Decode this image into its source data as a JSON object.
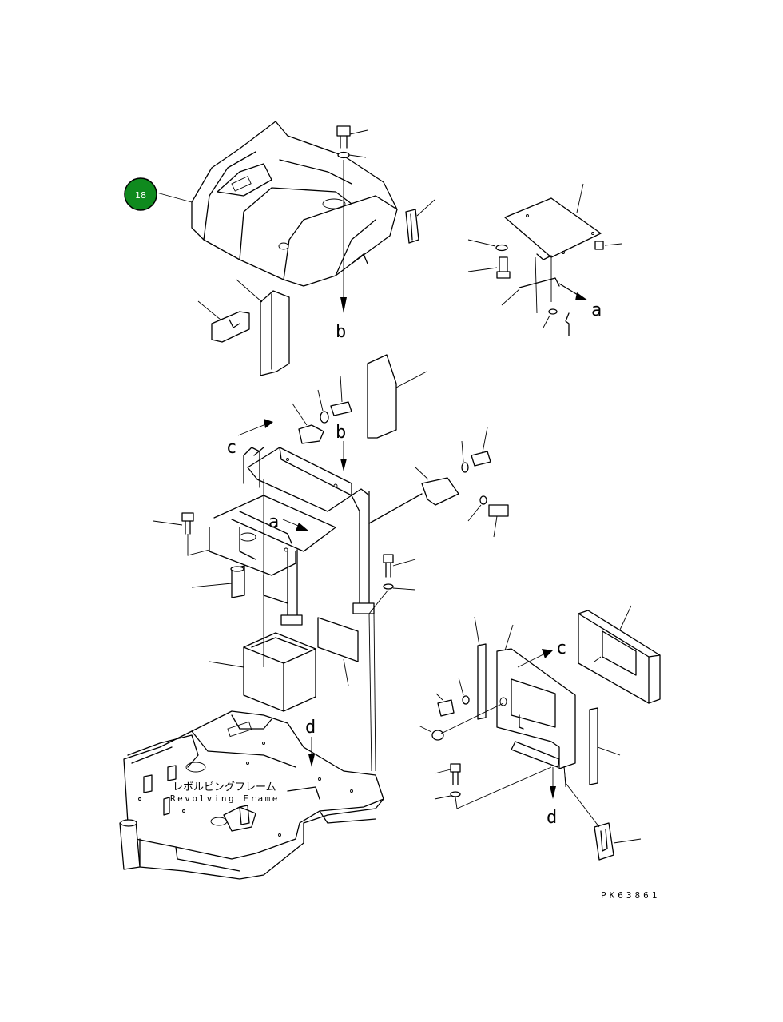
{
  "callout": {
    "number": "18",
    "color": "#0f8a1e"
  },
  "ref_letters": {
    "b_top": "b",
    "a_right": "a",
    "c_left": "c",
    "b_mid": "b",
    "a_mid": "a",
    "c_right": "c",
    "d_left": "d",
    "d_right": "d"
  },
  "frame_label": {
    "japanese": "レボルビングフレーム",
    "english": "Revolving Frame"
  },
  "drawing_code": "PK63861"
}
